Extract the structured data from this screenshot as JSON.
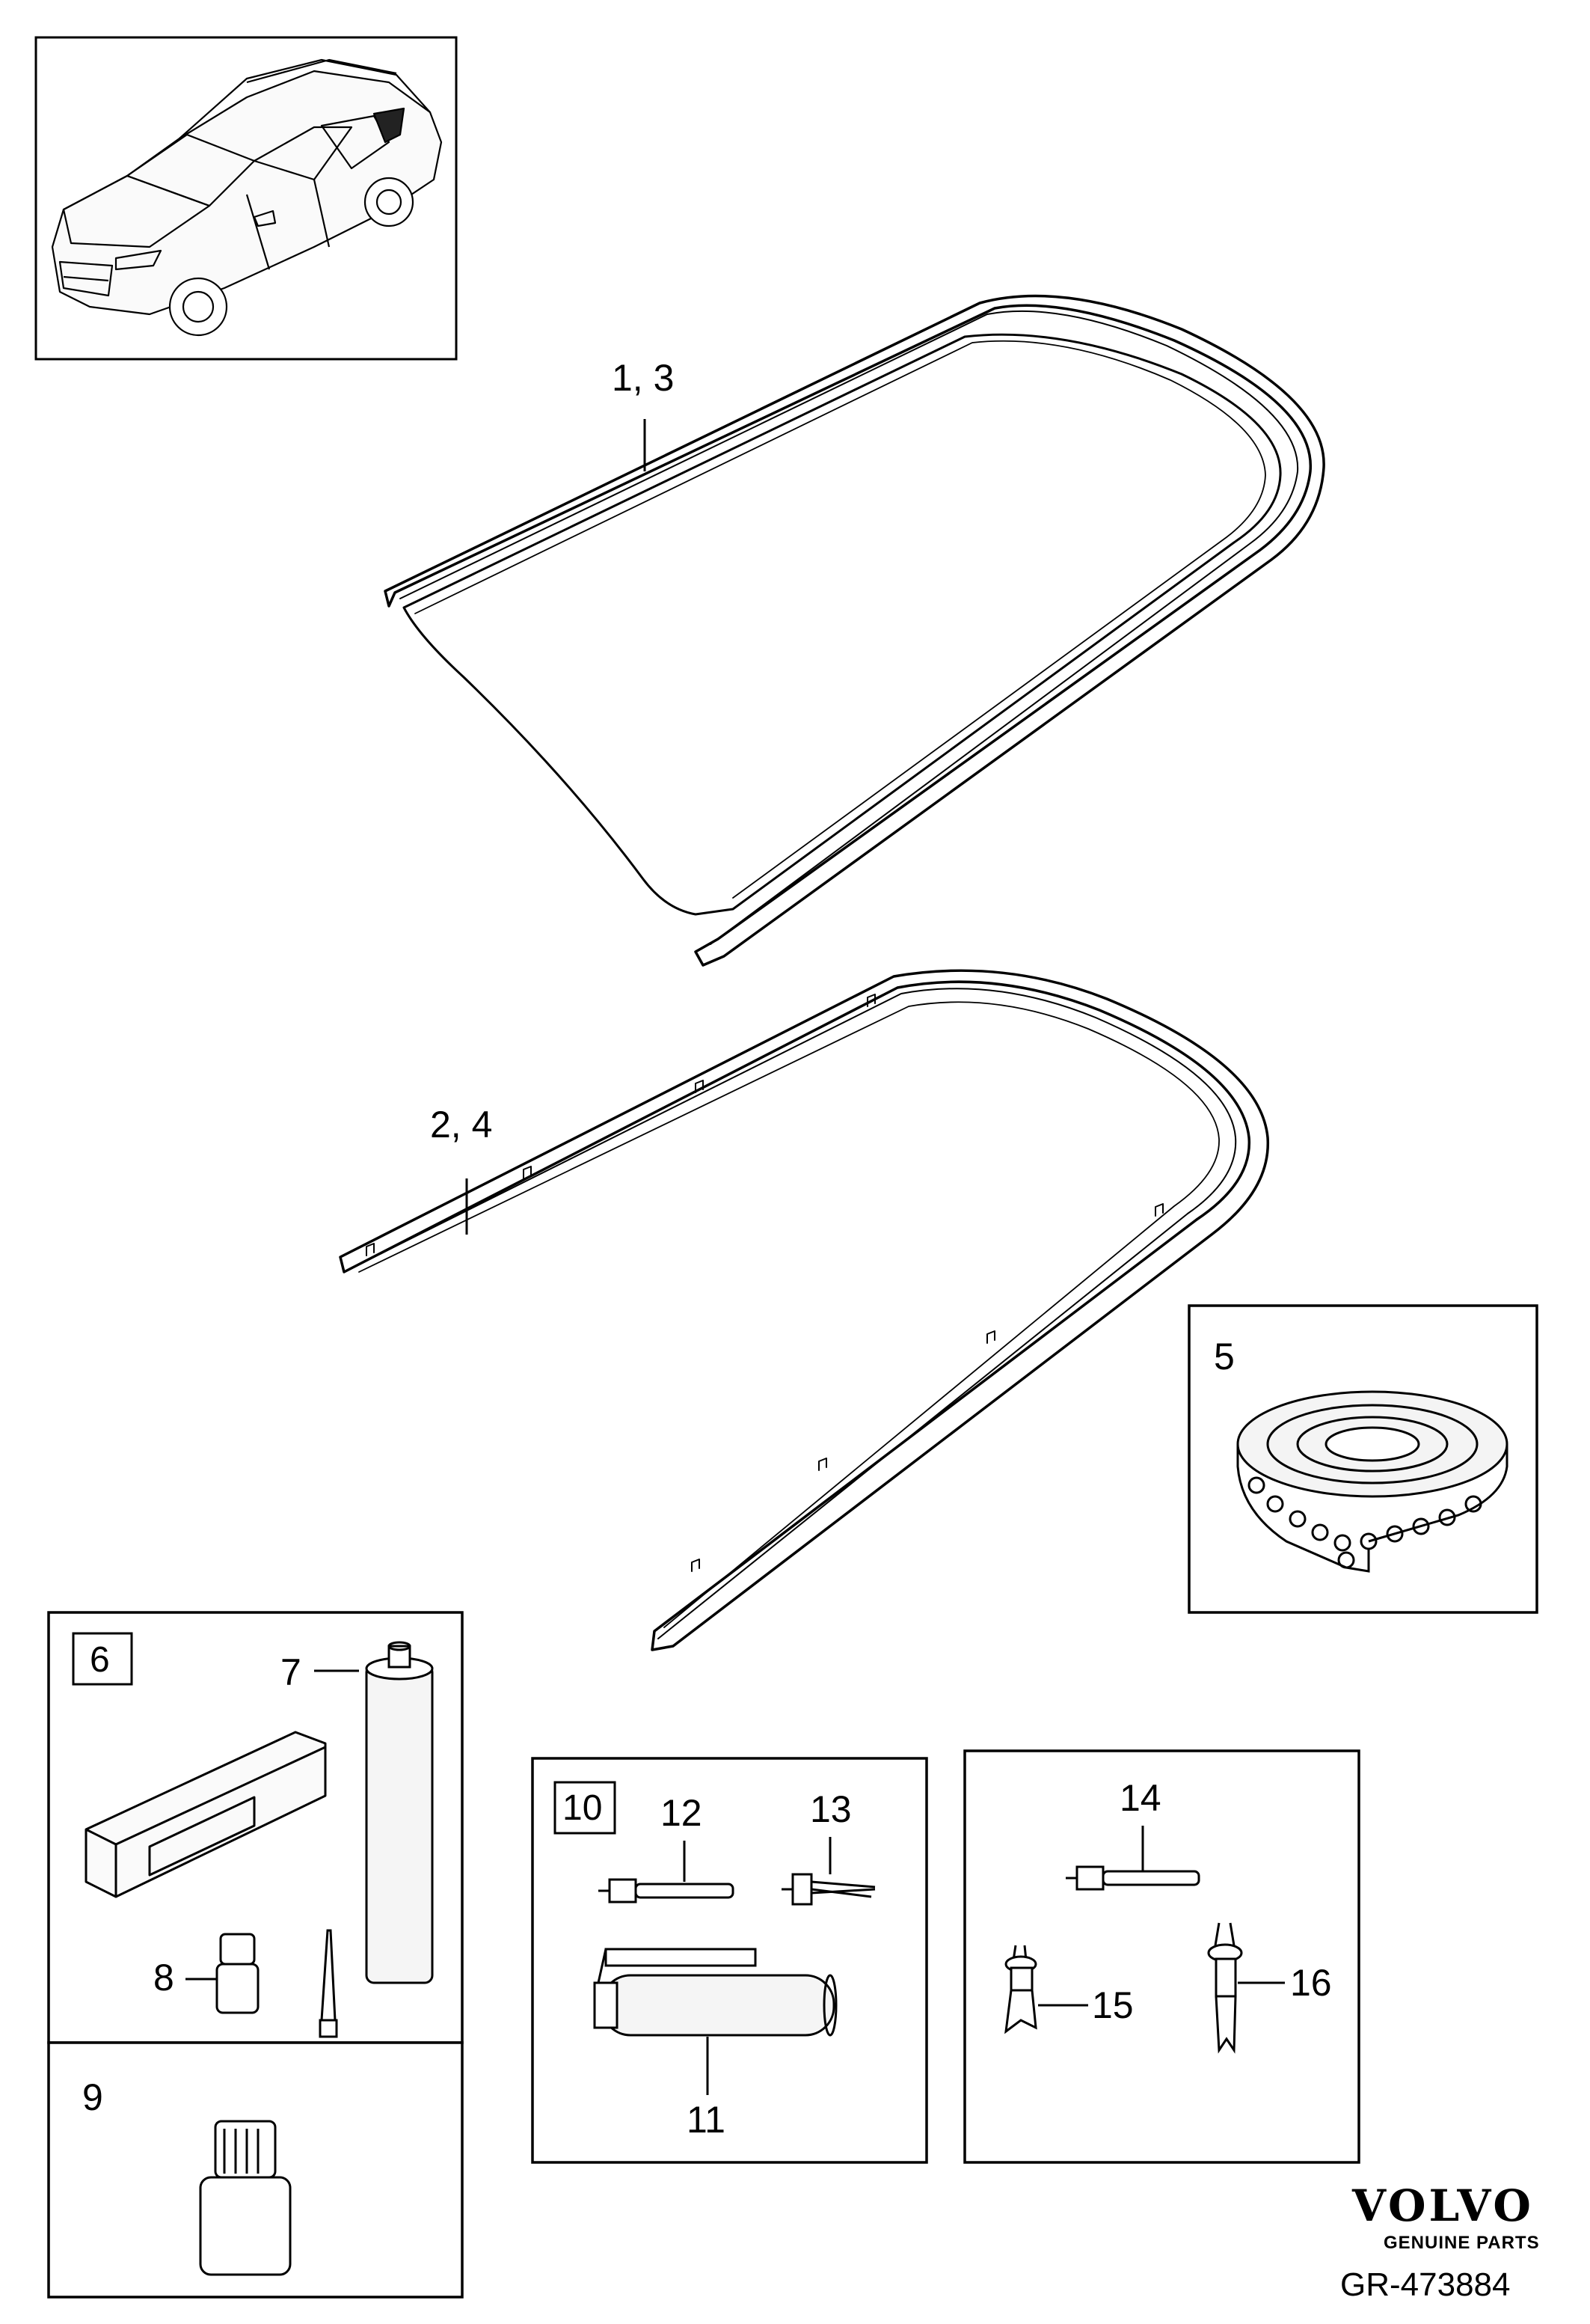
{
  "callouts": {
    "c1_3": "1, 3",
    "c2_4": "2, 4",
    "c5": "5",
    "c6": "6",
    "c7": "7",
    "c8": "8",
    "c9": "9",
    "c10": "10",
    "c11": "11",
    "c12": "12",
    "c13": "13",
    "c14": "14",
    "c15": "15",
    "c16": "16"
  },
  "brand": {
    "name": "VOLVO",
    "tagline": "GENUINE PARTS"
  },
  "reference": "GR-473884",
  "icons": {
    "car": "station-wagon-icon",
    "tape_roll": "tape-roll-icon",
    "adhesive_cartridge": "cartridge-icon",
    "primer_bottle": "bottle-icon",
    "caulking_gun": "caulking-gun-icon"
  }
}
